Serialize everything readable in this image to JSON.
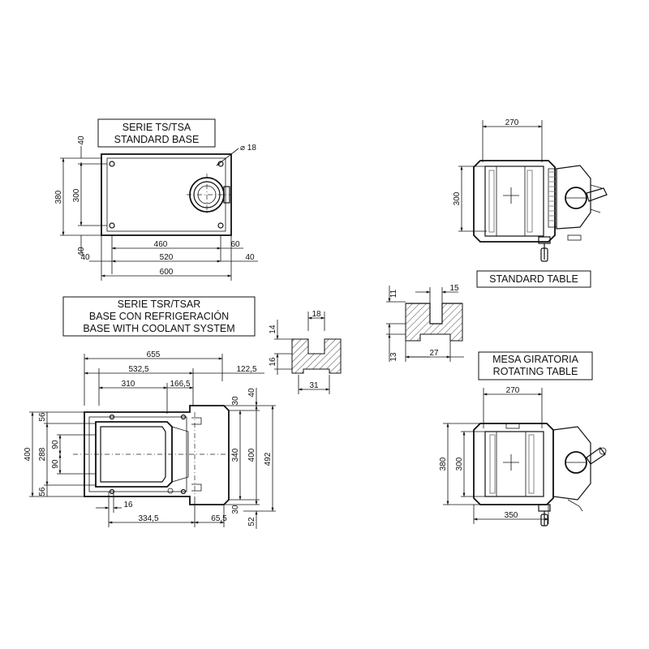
{
  "labels": {
    "ts_line1": "SERIE TS/TSA",
    "ts_line2": "STANDARD BASE",
    "tsr_line1": "SERIE TSR/TSAR",
    "tsr_line2": "BASE CON REFRIGERACIÓN",
    "tsr_line3": "BASE WITH COOLANT SYSTEM",
    "standard_table": "STANDARD TABLE",
    "rotating_line1": "MESA GIRATORIA",
    "rotating_line2": "ROTATING TABLE"
  },
  "ts_base": {
    "d40_top": "40",
    "d380": "380",
    "d300": "300",
    "d40_bottom": "40",
    "hole": "⌀ 18",
    "d460": "460",
    "d60": "60",
    "d40_left": "40",
    "d520": "520",
    "d40_right": "40",
    "d600": "600"
  },
  "standard_table": {
    "d270": "270",
    "d300": "300"
  },
  "tslot_small": {
    "d18": "18",
    "d14": "14",
    "d16": "16",
    "d31": "31"
  },
  "tslot_large": {
    "d15": "15",
    "d11": "11",
    "d13": "13",
    "d27": "27"
  },
  "tsr_base": {
    "d655": "655",
    "d532_5": "532,5",
    "d122_5": "122,5",
    "d310": "310",
    "d166_5": "166,5",
    "d40_top": "40",
    "d30_top": "30",
    "d56_top": "56",
    "d90_top": "90",
    "d400_left": "400",
    "d288": "288",
    "d90_bottom": "90",
    "d56_bottom": "56",
    "d340": "340",
    "d400_right": "400",
    "d492": "492",
    "d30_bottom": "30",
    "d16": "16",
    "d334_5": "334,5",
    "d65_5": "65,5",
    "d52": "52"
  },
  "rotating_table": {
    "d270": "270",
    "d380": "380",
    "d300": "300",
    "d350": "350"
  }
}
